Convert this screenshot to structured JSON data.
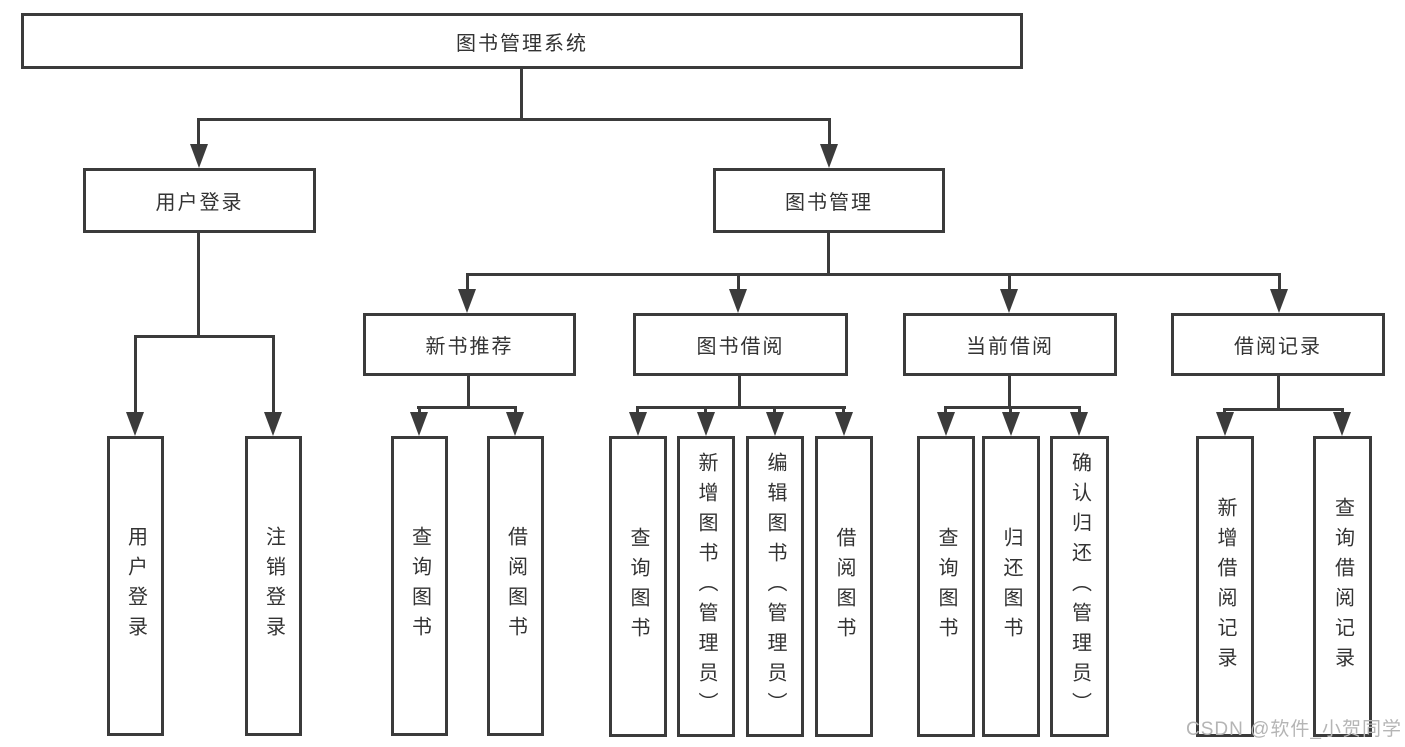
{
  "diagram_type": "hierarchy-tree",
  "colors": {
    "line": "#3b3b3b",
    "text": "#333333",
    "background": "#ffffff",
    "watermark": "#b5b5b5"
  },
  "nodes": {
    "root": "图书管理系统",
    "user_login": "用户登录",
    "book_management": "图书管理",
    "new_book_recommendation": "新书推荐",
    "book_borrowing": "图书借阅",
    "current_borrowing": "当前借阅",
    "borrowing_records": "借阅记录",
    "leaf_user_login": "用户登录",
    "leaf_logout": "注销登录",
    "leaf_query_books_recommend": "查询图书",
    "leaf_borrow_books_recommend": "借阅图书",
    "leaf_query_books_borrowing": "查询图书",
    "leaf_add_books_admin": "新增图书（管理员）",
    "leaf_edit_books_admin": "编辑图书（管理员）",
    "leaf_borrow_books_borrowing": "借阅图书",
    "leaf_query_books_current": "查询图书",
    "leaf_return_books": "归还图书",
    "leaf_confirm_return_admin": "确认归还（管理员）",
    "leaf_add_borrow_record": "新增借阅记录",
    "leaf_query_borrow_record": "查询借阅记录"
  },
  "watermark": "CSDN @软件_小贺同学"
}
